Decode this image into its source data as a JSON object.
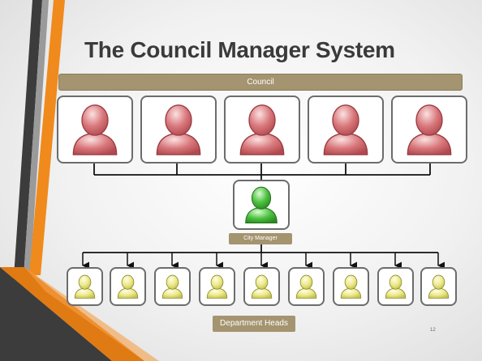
{
  "slide": {
    "title": "The Council Manager System",
    "council_label": "Council",
    "city_manager_label": "City Manager",
    "department_heads_label": "Department Heads",
    "page_number": "12"
  },
  "people": {
    "council": {
      "count": 5,
      "color": "red",
      "icon": "person-icon"
    },
    "city_manager": {
      "count": 1,
      "color": "green",
      "icon": "person-icon"
    },
    "department_heads": {
      "count": 9,
      "color": "yellow",
      "icon": "person-icon"
    }
  },
  "colors": {
    "label_bar": "#a4946f",
    "accent_orange": "#f08a1c",
    "accent_dark": "#3c3c3c",
    "council_person": "#d9787c",
    "manager_person": "#4cc23f",
    "department_person": "#ecea8a"
  }
}
